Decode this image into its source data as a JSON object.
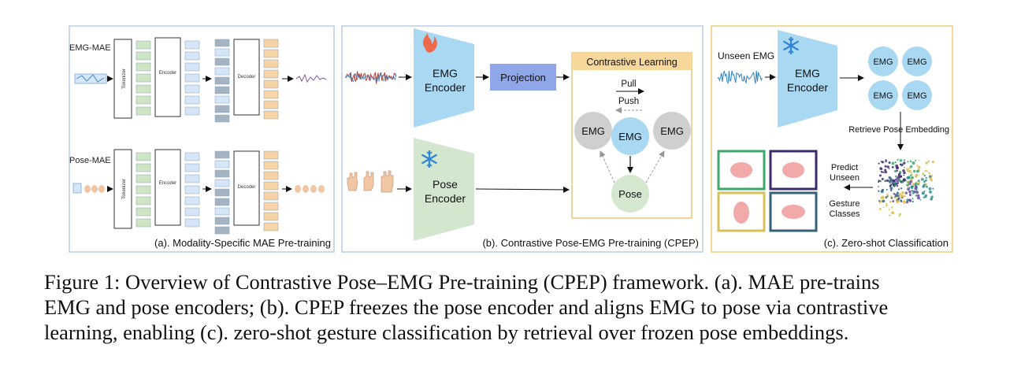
{
  "panel_a": {
    "caption": "(a). Modality-Specific MAE Pre-training",
    "emg_title": "EMG-MAE",
    "pose_title": "Pose-MAE",
    "tokenizer": "Tokenizer",
    "encoder": "Encoder",
    "decoder": "Decoder"
  },
  "panel_b": {
    "caption": "(b). Contrastive Pose-EMG Pre-training (CPEP)",
    "emg_encoder_line1": "EMG",
    "emg_encoder_line2": "Encoder",
    "projection": "Projection",
    "pose_encoder_line1": "Pose",
    "pose_encoder_line2": "Encoder",
    "contrastive_title": "Contrastive Learning",
    "pull": "Pull",
    "push": "Push",
    "emg_left": "EMG",
    "emg_center": "EMG",
    "emg_right": "EMG",
    "pose_node": "Pose"
  },
  "panel_c": {
    "caption": "(c). Zero-shot Classification",
    "unseen_emg": "Unseen EMG",
    "emg_encoder_line1": "EMG",
    "emg_encoder_line2": "Encoder",
    "emb1": "EMG",
    "emb2": "EMG",
    "emb3": "EMG",
    "emb4": "EMG",
    "retrieve": "Retrieve Pose Embedding",
    "predict_line1": "Predict",
    "predict_line2": "Unseen",
    "gesture_line1": "Gesture",
    "gesture_line2": "Classes"
  },
  "figure_caption": {
    "line1": "Figure 1: Overview of Contrastive Pose–EMG Pre-training (CPEP) framework. (a). MAE pre-trains",
    "line2": "EMG and pose encoders; (b). CPEP freezes the pose encoder and aligns EMG to pose via contrastive",
    "line3": "learning, enabling (c). zero-shot gesture classification by retrieval over frozen pose embeddings."
  },
  "colors": {
    "panel_a_border": "#b9cde6",
    "panel_b_border": "#b9cde6",
    "panel_c_border": "#e9cf7a",
    "emg_encoder_fill": "#a9d8f2",
    "pose_encoder_fill": "#d3e7cf",
    "projection_fill": "#8fa6e8",
    "contrastive_header": "#f7d79a",
    "emg_node": "#cfcfcf",
    "emg_center_node": "#a9d8f2",
    "pose_node": "#d3e8cf",
    "token_green": "#cfe6c4",
    "token_blue": "#d4e6f7",
    "token_gray": "#a5b4c2",
    "token_orange": "#f8d3a6",
    "fire_icon": "#f06a4a",
    "snowflake_icon": "#2f86d6",
    "class_box_green": "#3aa86a",
    "class_box_purple": "#3b2a6e",
    "class_box_yellow": "#d8c05a",
    "class_box_teal": "#35607a"
  }
}
